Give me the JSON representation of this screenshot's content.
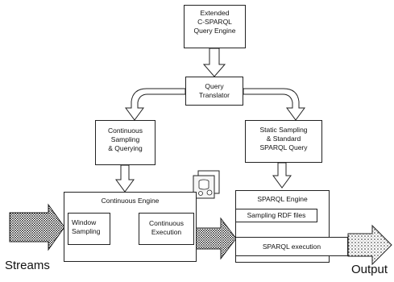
{
  "nodes": {
    "extended_engine": [
      "Extended",
      "C-SPARQL",
      "Query Engine"
    ],
    "query_translator": [
      "Query",
      "Translator"
    ],
    "continuous_sampling": [
      "Continuous",
      "Sampling",
      "& Querying"
    ],
    "static_sampling": [
      "Static Sampling",
      "& Standard",
      "SPARQL Query"
    ],
    "continuous_engine": "Continuous Engine",
    "window_sampling": [
      "Window",
      "Sampling"
    ],
    "continuous_execution": [
      "Continuous",
      "Execution"
    ],
    "sparql_engine": "SPARQL  Engine",
    "sampling_rdf_files": "Sampling RDF files",
    "sparql_execution": "SPARQL execution"
  },
  "labels": {
    "streams": "Streams",
    "output": "Output"
  },
  "icons": {
    "database": "database-icon"
  },
  "colors": {
    "stroke": "#222222",
    "fill": "#ffffff"
  }
}
